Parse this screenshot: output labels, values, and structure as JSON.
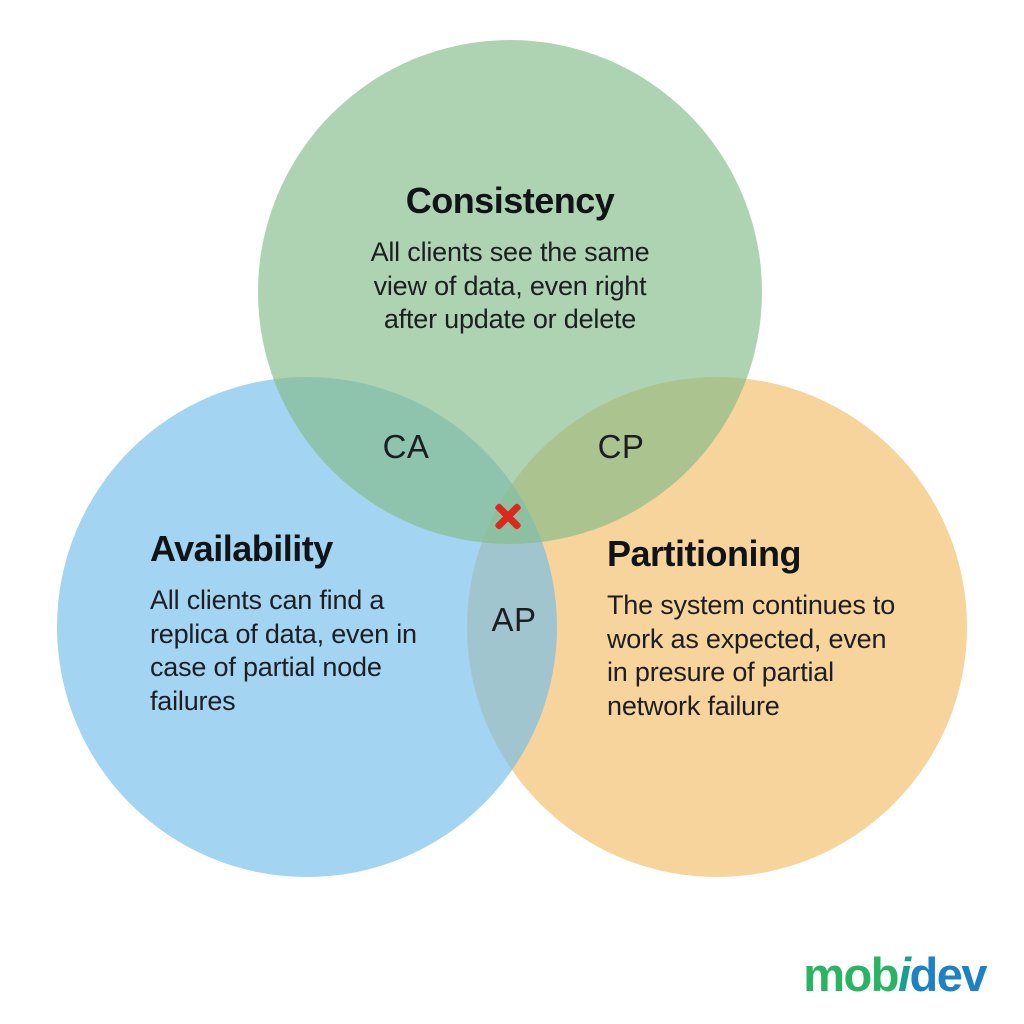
{
  "diagram": {
    "type": "venn-3",
    "background": "#ffffff",
    "circles": [
      {
        "id": "consistency",
        "title": "Consistency",
        "description_lines": [
          "All clients see the same",
          "view of data, even right",
          "after update or delete"
        ],
        "fill": "#aed3b2"
      },
      {
        "id": "availability",
        "title": "Availability",
        "description_lines": [
          "All clients can find a",
          "replica of data, even in",
          "case of partial node",
          "failures"
        ],
        "fill": "#a3d4f2"
      },
      {
        "id": "partitioning",
        "title": "Partitioning",
        "description_lines": [
          "The system continues to",
          "work as expected, even",
          "in presure of partial",
          "network failure"
        ],
        "fill": "#f6d49c"
      }
    ],
    "intersections": {
      "ca": "CA",
      "cp": "CP",
      "ap": "AP"
    },
    "center_marker": {
      "symbol": "x-cross",
      "color": "#da291c"
    }
  },
  "logo": {
    "part_green": "mob",
    "part_italic": "i",
    "part_blue": "dev",
    "color_green": "#2bb365",
    "color_teal": "#179f93",
    "color_blue": "#1d82c4"
  }
}
